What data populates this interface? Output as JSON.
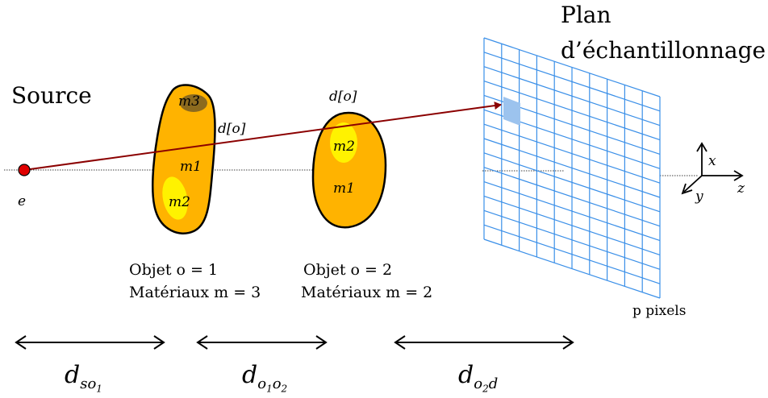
{
  "labels": {
    "source": "Source",
    "plane_line1": "Plan",
    "plane_line2": "d’échantillonnage",
    "emitter": "e",
    "ray_label_1": "d[o]",
    "ray_label_2": "d[o]",
    "pixels": "p pixels"
  },
  "object1": {
    "caption_line1": "Objet o = 1",
    "caption_line2": "Matériaux m = 3",
    "materials": [
      "m3",
      "m1",
      "m2"
    ]
  },
  "object2": {
    "caption_line1": "Objet o = 2",
    "caption_line2": "Matériaux m = 2",
    "materials": [
      "m2",
      "m1"
    ]
  },
  "axes": {
    "x": "x",
    "y": "y",
    "z": "z"
  },
  "distances": {
    "d1": {
      "main": "d",
      "sub": "so",
      "subsub": "1"
    },
    "d2": {
      "main": "d",
      "sub1": "o",
      "subsub1": "1",
      "sub2": "o",
      "subsub2": "2"
    },
    "d3": {
      "main": "d",
      "sub1": "o",
      "subsub1": "2",
      "sub2": "d"
    }
  },
  "colors": {
    "object_fill": "#FFB300",
    "material_light": "#FFF200",
    "material_dark": "#8C6A1E",
    "ray": "#8B0000",
    "emitter": "#E00000",
    "grid": "#3A8FE8",
    "highlight_pixel": "#9CC3EE"
  }
}
